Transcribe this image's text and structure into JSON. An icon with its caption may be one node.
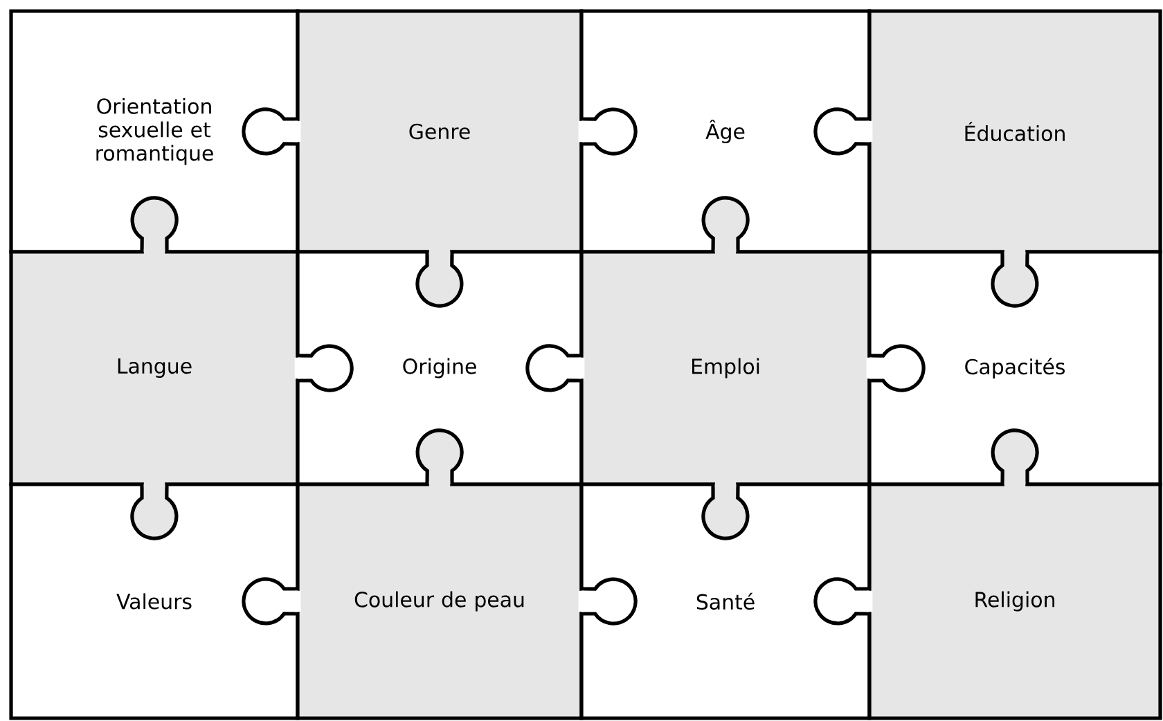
{
  "diagram": {
    "nodes": [
      {
        "text": [
          "Orientation sexuelle et romantique"
        ]
      },
      {
        "text": [
          "Genre"
        ]
      },
      {
        "text": [
          "Âge"
        ]
      },
      {
        "text": [
          "Éducation"
        ]
      },
      {
        "text": [
          "Langue"
        ]
      },
      {
        "text": [
          "Origine"
        ]
      },
      {
        "text": [
          "Emploi"
        ]
      },
      {
        "text": [
          "Capacités"
        ]
      },
      {
        "text": [
          "Valeurs"
        ]
      },
      {
        "text": [
          "Couleur de peau"
        ]
      },
      {
        "text": [
          "Santé"
        ]
      },
      {
        "text": [
          "Religion"
        ]
      }
    ]
  }
}
